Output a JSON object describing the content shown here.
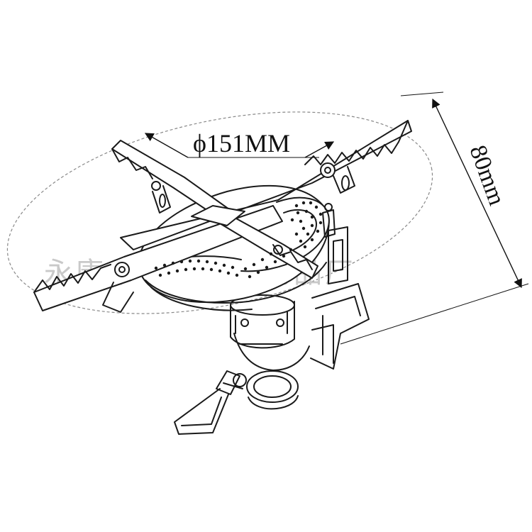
{
  "diagram": {
    "diameter_label": "ϕ151MM",
    "height_label": "80mm",
    "watermark": "永康市飞邦户外用品厂"
  },
  "colors": {
    "line": "#1a1a1a",
    "dash": "#888888",
    "watermark": "#c9c9c9",
    "background": "#ffffff"
  }
}
